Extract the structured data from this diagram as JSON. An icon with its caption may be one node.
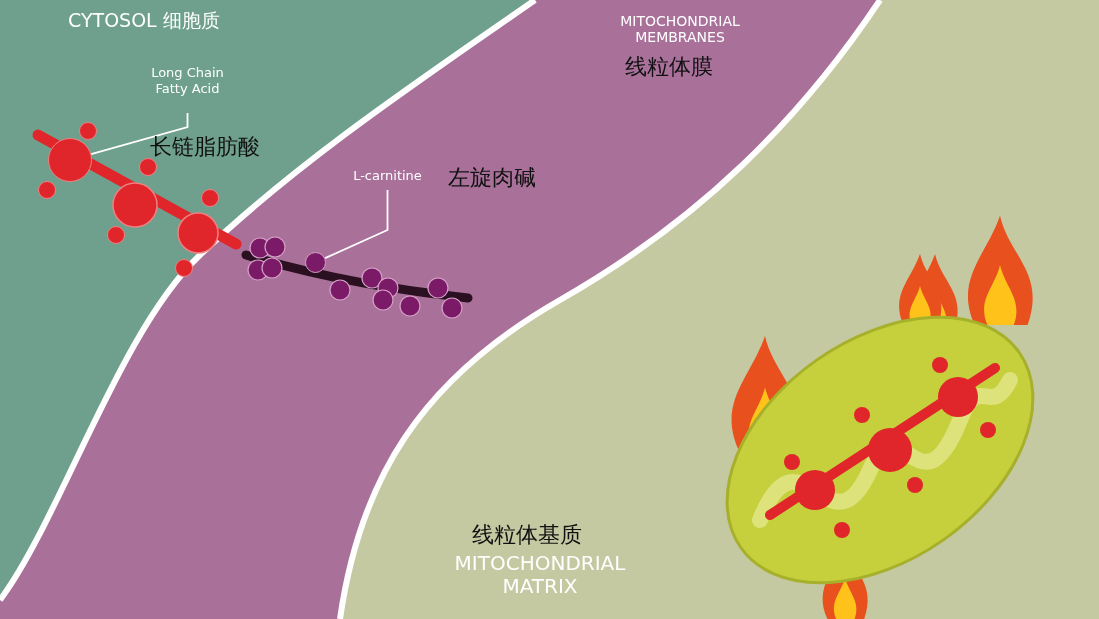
{
  "diagram": {
    "nodes": [
      {
        "text": [
          "Long Chain Fatty Acid"
        ]
      },
      {
        "text": [],
        "shape": "circle"
      },
      {
        "text": [
          "L-carnitine"
        ]
      },
      {
        "text": [],
        "shape": "circle"
      }
    ],
    "edges": [
      {
        "from": 0,
        "to": 1,
        "arrow": "none"
      },
      {
        "from": 2,
        "to": 3,
        "arrow": "none"
      }
    ],
    "labels": [
      "CYTOSOL 细胞质",
      "MITOCHONDRIAL MEMBRANES",
      "线粒体膜",
      "长链脂肪酸",
      "左旋肉碱",
      "线粒体基质",
      "MITOCHONDRIAL MATRIX"
    ]
  }
}
